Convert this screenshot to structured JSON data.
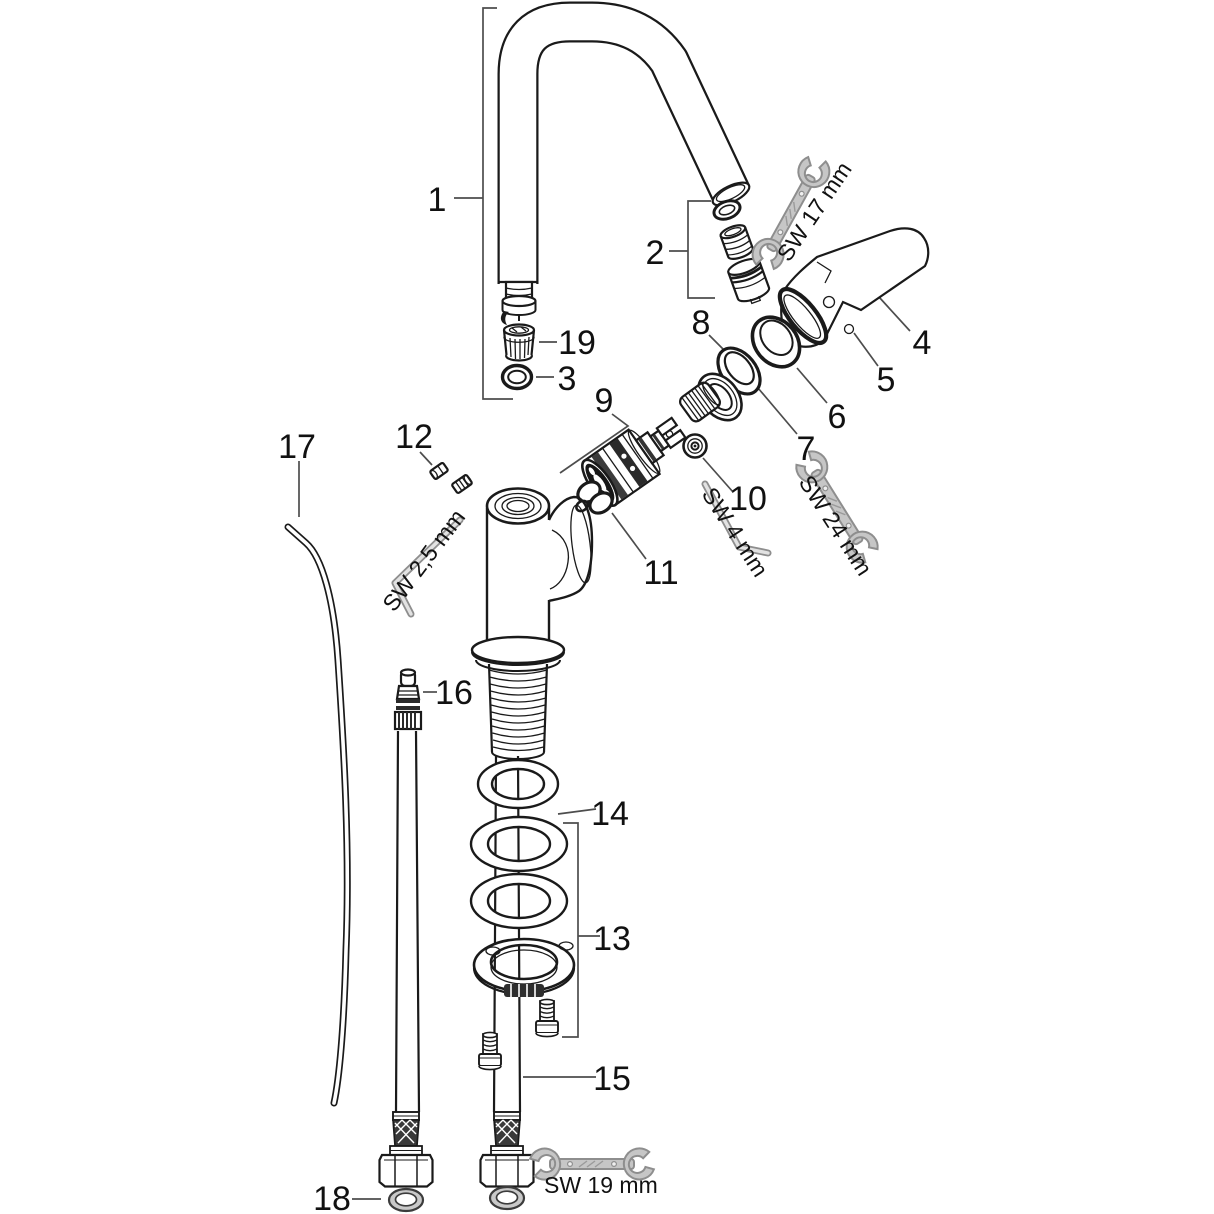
{
  "diagram": {
    "kind": "exploded-parts-diagram",
    "subject": "single-lever kitchen mixer tap with swivel spout, spare parts view",
    "colors": {
      "line": "#1a1a1a",
      "label": "#111111",
      "tool_fill": "#c6c6c6",
      "tool_stroke": "#8e8e8e",
      "washer_fill": "#c9c9c9",
      "background": "#ffffff"
    },
    "part_labels": {
      "p1": "1",
      "p2": "2",
      "p3": "3",
      "p4": "4",
      "p5": "5",
      "p6": "6",
      "p7": "7",
      "p8": "8",
      "p9": "9",
      "p10": "10",
      "p11": "11",
      "p12": "12",
      "p13": "13",
      "p14": "14",
      "p15": "15",
      "p16": "16",
      "p17": "17",
      "p18": "18",
      "p19": "19"
    },
    "tool_labels": {
      "sw17": "SW 17 mm",
      "sw24": "SW 24 mm",
      "sw4": "SW 4 mm",
      "sw2_5": "SW 2,5 mm",
      "sw19": "SW 19 mm"
    }
  }
}
